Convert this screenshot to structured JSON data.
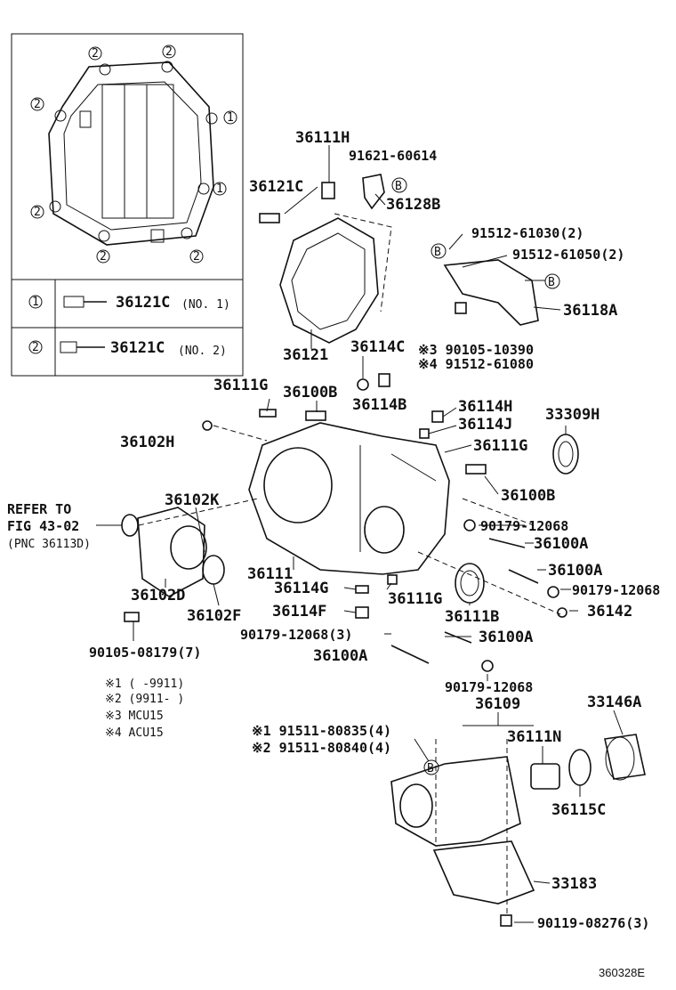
{
  "inset": {
    "circle_1": "1",
    "circle_2": "2",
    "legend": [
      {
        "mark": "1",
        "part": "36121C",
        "suffix": "(NO. 1)"
      },
      {
        "mark": "2",
        "part": "36121C",
        "suffix": "(NO. 2)"
      }
    ]
  },
  "labels": {
    "p36111H": "36111H",
    "p91621": "91621-60614",
    "p36121C": "36121C",
    "p36128B": "36128B",
    "p91512a": "91512-61030(2)",
    "p91512b": "91512-61050(2)",
    "p36118A": "36118A",
    "p36121": "36121",
    "p36114C": "36114C",
    "p90105a": "※3 90105-10390",
    "p91512c": "※4 91512-61080",
    "p36111G_a": "36111G",
    "p36100B_a": "36100B",
    "p36114B": "36114B",
    "p36114H": "36114H",
    "p36114J": "36114J",
    "p33309H": "33309H",
    "p36102H": "36102H",
    "p36111G_b": "36111G",
    "p36100B_b": "36100B",
    "refer1": "REFER TO",
    "refer2": "FIG 43-02",
    "refer3": "(PNC 36113D)",
    "p36102K": "36102K",
    "p90179a": "90179-12068",
    "p36100A_a": "36100A",
    "p36100A_b": "36100A",
    "p90179b": "90179-12068",
    "p36111": "36111",
    "p36114G": "36114G",
    "p36111G_c": "36111G",
    "p36102D": "36102D",
    "p36142": "36142",
    "p36114F": "36114F",
    "p36111B": "36111B",
    "p36102F": "36102F",
    "p90179c": "90179-12068(3)",
    "p36100A_c": "36100A",
    "p90105b": "90105-08179(7)",
    "p36100A_d": "36100A",
    "p90179d": "90179-12068",
    "p36109": "36109",
    "p33146A": "33146A",
    "p91511a": "※1 91511-80835(4)",
    "p91511b": "※2 91511-80840(4)",
    "p36111N": "36111N",
    "p36115C": "36115C",
    "p33183": "33183",
    "p90119": "90119-08276(3)",
    "circleB": "B",
    "footnote1": "※1 (      -9911)",
    "footnote2": "※2 (9911-      )",
    "footnote3": "※3 MCU15",
    "footnote4": "※4 ACU15",
    "code": "360328E"
  }
}
